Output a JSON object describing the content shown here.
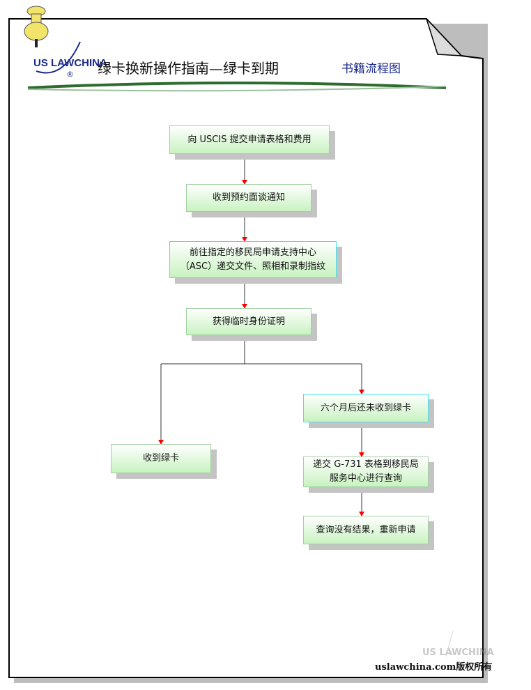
{
  "header": {
    "title": "绿卡换新操作指南—绿卡到期",
    "subtitle": "书籍流程图",
    "logo_text": "US LAW CHINA"
  },
  "steps": [
    "向 USCIS 提交申请表格和费用",
    "收到预约面谈通知",
    "前往指定的移民局申请支持中心（ASC）递交文件、照相和录制指纹",
    "获得临时身份证明",
    "六个月后还未收到绿卡",
    "收到绿卡",
    "递交 G-731 表格到移民局服务中心进行查询",
    "查询没有结果，重新申请"
  ],
  "step3_lines": [
    "前往指定的移民局申请支持中心",
    "（ASC）递交文件、照相和录制指纹"
  ],
  "step7_lines": [
    "递交 G-731 表格到移民局",
    "服务中心进行查询"
  ],
  "footer": {
    "copyright": "uslawchina.com版权所有",
    "watermark": "US LAW CHINA"
  },
  "colors": {
    "arrow": "#ff0000",
    "box_fill": "#c8f2c0",
    "box_border": "#3ee6f0"
  }
}
